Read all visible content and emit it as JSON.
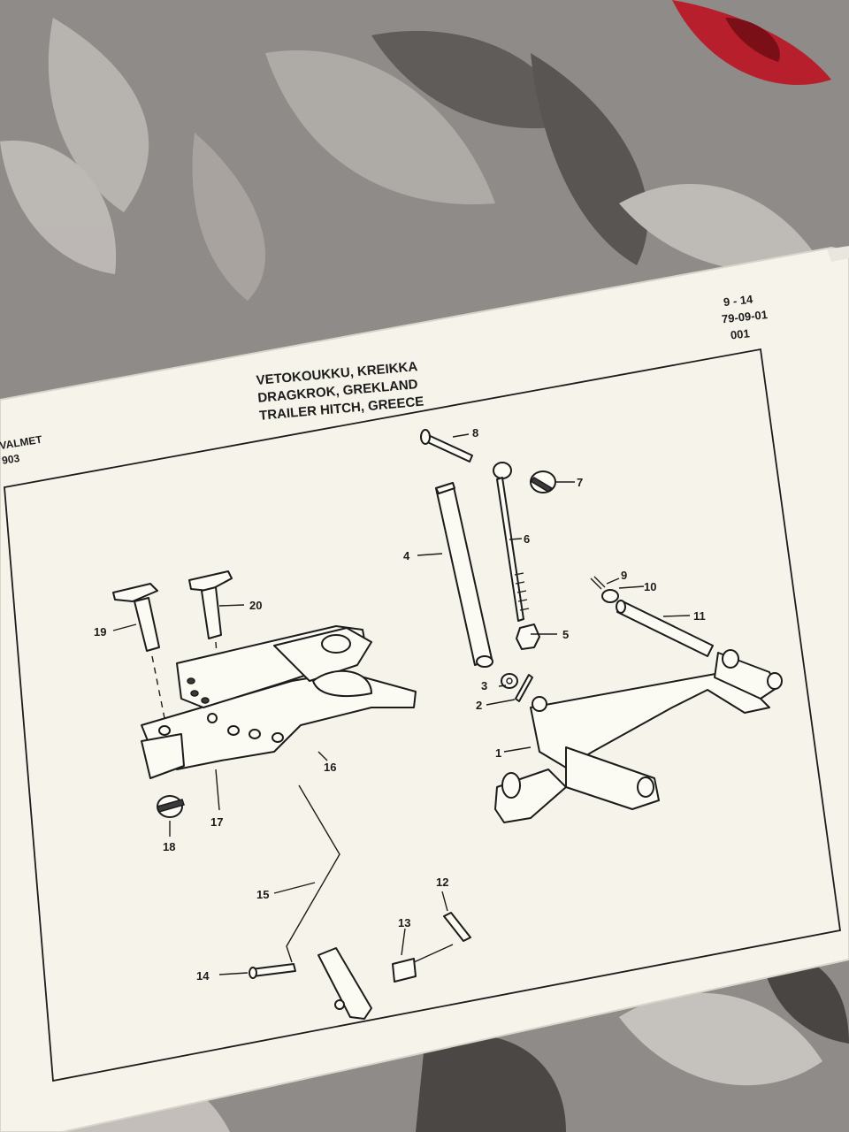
{
  "header": {
    "page_code": "9 - 14",
    "date": "79-09-01",
    "revision": "001",
    "brand": "VALMET",
    "model": "903"
  },
  "title": {
    "line_fi": "VETOKOUKKU, KREIKKA",
    "line_sv": "DRAGKROK, GREKLAND",
    "line_en": "TRAILER HITCH, GREECE"
  },
  "callouts": [
    "1",
    "2",
    "3",
    "4",
    "5",
    "6",
    "7",
    "8",
    "9",
    "10",
    "11",
    "12",
    "13",
    "14",
    "15",
    "16",
    "17",
    "18",
    "19",
    "20"
  ],
  "colors": {
    "paper": "#f6f4ea",
    "ink": "#1c1c1c",
    "fabric": "#8d8a87"
  }
}
